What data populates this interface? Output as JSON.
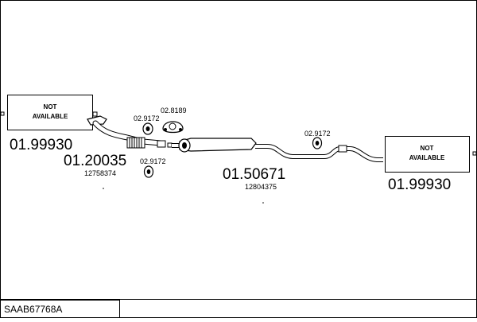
{
  "diagram": {
    "frame_id": "SAAB67768A",
    "not_available": {
      "left": {
        "line1": "NOT",
        "line2": "AVAILABLE",
        "part_number": "01.99930"
      },
      "right": {
        "line1": "NOT",
        "line2": "AVAILABLE",
        "part_number": "01.99930"
      }
    },
    "parts": {
      "front_pipe": {
        "number": "01.20035",
        "oem": "12758374"
      },
      "middle_silencer": {
        "number": "01.50671",
        "oem": "12804375"
      }
    },
    "small_parts": {
      "rubber_mount_front": "02.9172",
      "gasket": "02.8189",
      "rubber_mount_lower": "02.9172",
      "rubber_mount_rear": "02.9172"
    }
  }
}
